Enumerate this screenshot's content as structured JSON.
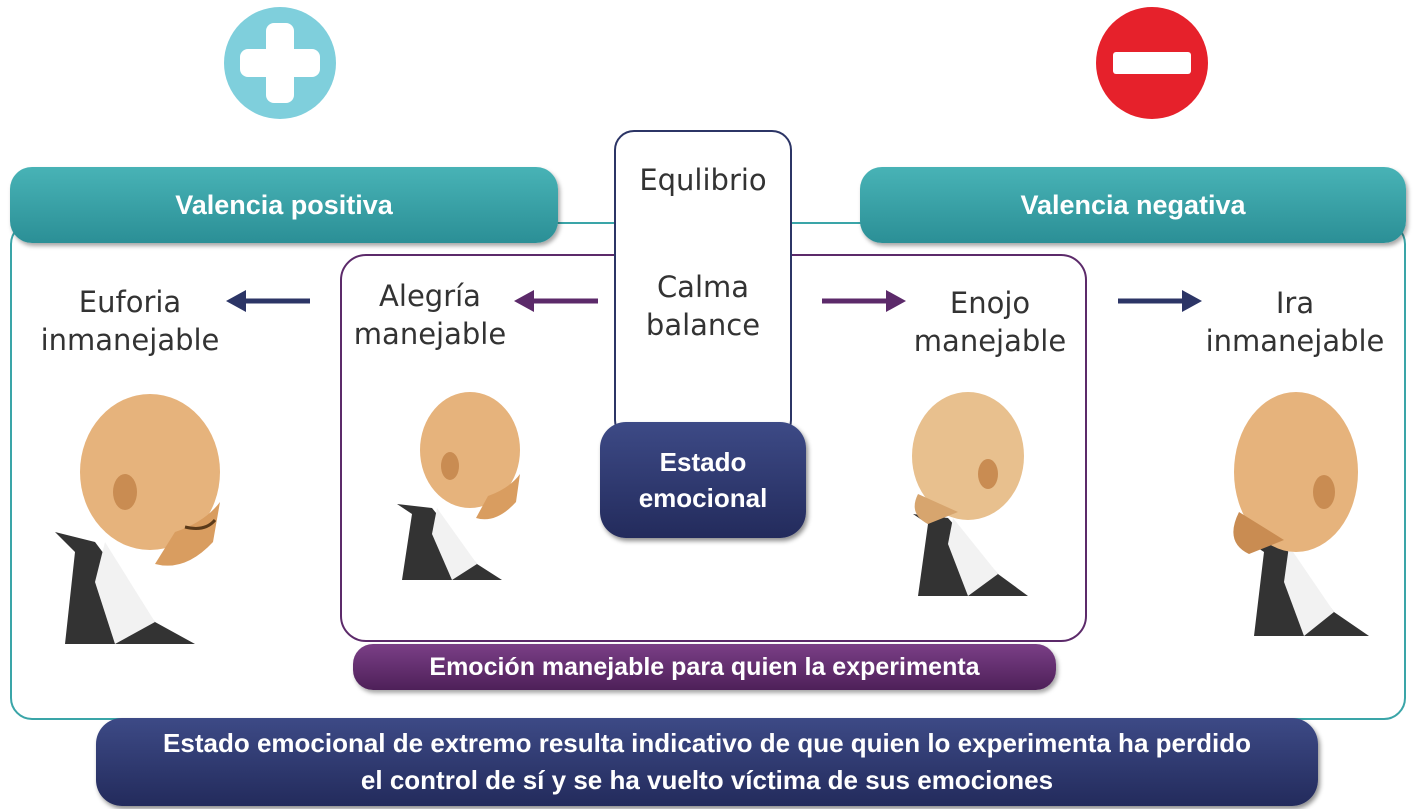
{
  "icons": {
    "positive": "plus-icon",
    "negative": "minus-icon"
  },
  "valence": {
    "positive": "Valencia positiva",
    "negative": "Valencia negativa"
  },
  "center": {
    "equilibrium": "Equlibrio",
    "calm_line1": "Calma",
    "calm_line2": "balance",
    "state_line1": "Estado",
    "state_line2": "emocional"
  },
  "emotions": {
    "euphoria_line1": "Euforia",
    "euphoria_line2": "inmanejable",
    "joy_line1": "Alegría",
    "joy_line2": "manejable",
    "anger_line1": "Enojo",
    "anger_line2": "manejable",
    "rage_line1": "Ira",
    "rage_line2": "inmanejable"
  },
  "manageable_label": "Emoción manejable para quien la experimenta",
  "footer": {
    "line1": "Estado emocional de extremo resulta indicativo de que quien lo experimenta ha perdido",
    "line2": "el control de sí y se ha vuelto víctima de sus emociones"
  },
  "colors": {
    "plus": "#7fcfdc",
    "minus": "#e6212b",
    "teal": "#2b8f96",
    "navy": "#232b5c",
    "purple": "#5c2a6a"
  }
}
